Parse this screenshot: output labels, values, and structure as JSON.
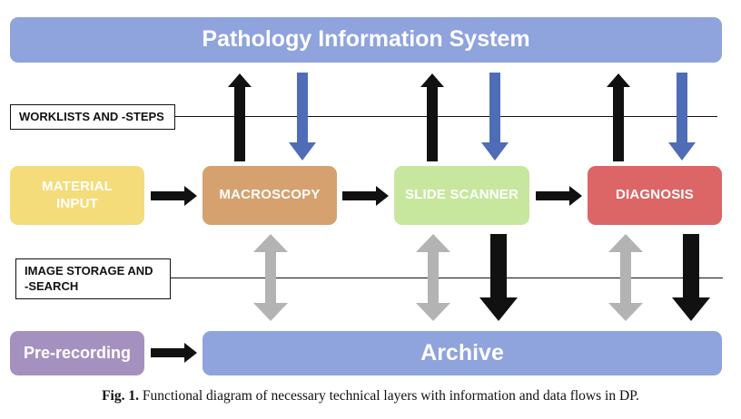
{
  "colors": {
    "band": "#8fa3dc",
    "material": "#f5dc7a",
    "macroscopy": "#d5a16f",
    "scanner": "#c7e79f",
    "diagnosis": "#dc6666",
    "prerecording": "#a591c0",
    "arrow_black": "#111111",
    "arrow_blue": "#4f6db6",
    "arrow_gray": "#b3b3b3"
  },
  "top_band": {
    "label": "Pathology Information System"
  },
  "layers": {
    "worklists": "WORKLISTS AND -STEPS",
    "image_storage_line1": "IMAGE STORAGE AND",
    "image_storage_line2": "-SEARCH"
  },
  "stages": {
    "material_line1": "MATERIAL",
    "material_line2": "INPUT",
    "macroscopy": "MACROSCOPY",
    "slide_scanner": "SLIDE SCANNER",
    "diagnosis": "DIAGNOSIS"
  },
  "prerecording": {
    "label": "Pre-recording"
  },
  "archive": {
    "label": "Archive"
  },
  "caption": {
    "label": "Fig. 1.",
    "text": "Functional diagram of necessary technical layers with information and data flows in DP."
  }
}
